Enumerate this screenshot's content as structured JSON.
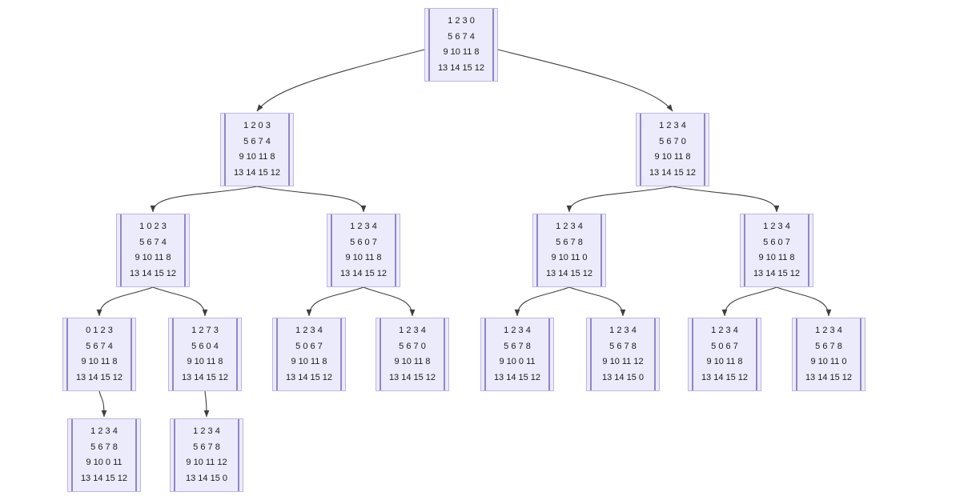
{
  "diagram": {
    "type": "tree",
    "node_shape": "process-box",
    "levels": 5,
    "node_count": 17,
    "edge_count": 16
  },
  "colors": {
    "background": "#FFFFFF",
    "node_fill": "#ECEBFB",
    "node_border": "#BFB4E6",
    "node_side_bar": "#9186C9",
    "edge": "#3F3F3F",
    "text": "#1A1A1A"
  },
  "nodes": [
    {
      "id": "n0",
      "level": 1,
      "rows": [
        "1 2 3 0",
        "5 6 7 4",
        "9 10 11 8",
        "13 14 15 12"
      ]
    },
    {
      "id": "n1",
      "level": 2,
      "rows": [
        "1 2 0 3",
        "5 6 7 4",
        "9 10 11 8",
        "13 14 15 12"
      ]
    },
    {
      "id": "n2",
      "level": 2,
      "rows": [
        "1 2 3 4",
        "5 6 7 0",
        "9 10 11 8",
        "13 14 15 12"
      ]
    },
    {
      "id": "n3",
      "level": 3,
      "rows": [
        "1 0 2 3",
        "5 6 7 4",
        "9 10 11 8",
        "13 14 15 12"
      ]
    },
    {
      "id": "n4",
      "level": 3,
      "rows": [
        "1 2 3 4",
        "5 6 0 7",
        "9 10 11 8",
        "13 14 15 12"
      ]
    },
    {
      "id": "n5",
      "level": 3,
      "rows": [
        "1 2 3 4",
        "5 6 7 8",
        "9 10 11 0",
        "13 14 15 12"
      ]
    },
    {
      "id": "n6",
      "level": 3,
      "rows": [
        "1 2 3 4",
        "5 6 0 7",
        "9 10 11 8",
        "13 14 15 12"
      ]
    },
    {
      "id": "n7",
      "level": 4,
      "rows": [
        "0 1 2 3",
        "5 6 7 4",
        "9 10 11 8",
        "13 14 15 12"
      ]
    },
    {
      "id": "n8",
      "level": 4,
      "rows": [
        "1 2 7 3",
        "5 6 0 4",
        "9 10 11 8",
        "13 14 15 12"
      ]
    },
    {
      "id": "n9",
      "level": 4,
      "rows": [
        "1 2 3 4",
        "5 0 6 7",
        "9 10 11 8",
        "13 14 15 12"
      ]
    },
    {
      "id": "n10",
      "level": 4,
      "rows": [
        "1 2 3 4",
        "5 6 7 0",
        "9 10 11 8",
        "13 14 15 12"
      ]
    },
    {
      "id": "n11",
      "level": 4,
      "rows": [
        "1 2 3 4",
        "5 6 7 8",
        "9 10 0 11",
        "13 14 15 12"
      ]
    },
    {
      "id": "n12",
      "level": 4,
      "rows": [
        "1 2 3 4",
        "5 6 7 8",
        "9 10 11 12",
        "13 14 15 0"
      ]
    },
    {
      "id": "n13",
      "level": 4,
      "rows": [
        "1 2 3 4",
        "5 0 6 7",
        "9 10 11 8",
        "13 14 15 12"
      ]
    },
    {
      "id": "n14",
      "level": 4,
      "rows": [
        "1 2 3 4",
        "5 6 7 8",
        "9 10 11 0",
        "13 14 15 12"
      ]
    },
    {
      "id": "n15",
      "level": 5,
      "rows": [
        "1 2 3 4",
        "5 6 7 8",
        "9 10 0 11",
        "13 14 15 12"
      ]
    },
    {
      "id": "n16",
      "level": 5,
      "rows": [
        "1 2 3 4",
        "5 6 7 8",
        "9 10 11 12",
        "13 14 15 0"
      ]
    }
  ],
  "edges": [
    {
      "from": "n0",
      "to": "n1"
    },
    {
      "from": "n0",
      "to": "n2"
    },
    {
      "from": "n1",
      "to": "n3"
    },
    {
      "from": "n1",
      "to": "n4"
    },
    {
      "from": "n2",
      "to": "n5"
    },
    {
      "from": "n2",
      "to": "n6"
    },
    {
      "from": "n3",
      "to": "n7"
    },
    {
      "from": "n3",
      "to": "n8"
    },
    {
      "from": "n4",
      "to": "n9"
    },
    {
      "from": "n4",
      "to": "n10"
    },
    {
      "from": "n5",
      "to": "n11"
    },
    {
      "from": "n5",
      "to": "n12"
    },
    {
      "from": "n6",
      "to": "n13"
    },
    {
      "from": "n6",
      "to": "n14"
    },
    {
      "from": "n7",
      "to": "n15"
    },
    {
      "from": "n8",
      "to": "n16"
    }
  ]
}
